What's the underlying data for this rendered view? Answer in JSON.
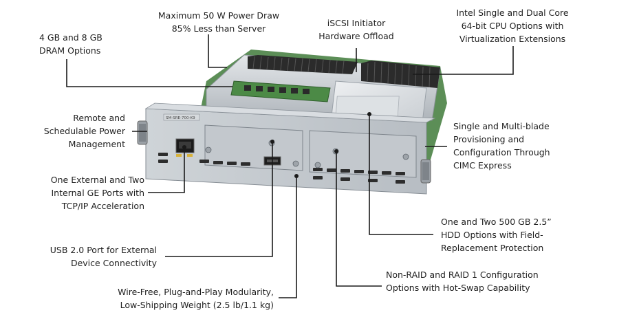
{
  "callouts": {
    "power_draw": [
      "Maximum 50 W Power Draw",
      "85% Less than Server"
    ],
    "iscsi": [
      "iSCSI Initiator",
      "Hardware Offload"
    ],
    "cpu": [
      "Intel Single and Dual Core",
      "64-bit CPU Options with",
      "Virtualization Extensions"
    ],
    "dram": [
      "4 GB and 8 GB",
      "DRAM Options"
    ],
    "power_mgmt": [
      "Remote and",
      "Schedulable Power",
      "Management"
    ],
    "provisioning": [
      "Single and Multi-blade",
      "Provisioning and",
      "Configuration Through",
      "CIMC Express"
    ],
    "ge_ports": [
      "One External and Two",
      "Internal GE Ports with",
      "TCP/IP Acceleration"
    ],
    "hdd": [
      "One and Two 500 GB 2.5”",
      "HDD Options with Field-",
      "Replacement Protection"
    ],
    "usb": [
      "USB 2.0 Port for External",
      "Device Connectivity"
    ],
    "raid": [
      "Non-RAID and RAID 1 Configuration",
      "Options with Hot-Swap Capability"
    ],
    "modularity": [
      "Wire-Free, Plug-and-Play Modularity,",
      "Low-Shipping Weight (2.5 lb/1.1 kg)"
    ]
  },
  "device": {
    "model_label": "SM-SRE-700-K9"
  },
  "colors": {
    "leader_line": "#1a1a1a",
    "chassis": "#c9ced3",
    "heatsink": "#2b2b2b",
    "pcb": "#3f7a3a"
  }
}
